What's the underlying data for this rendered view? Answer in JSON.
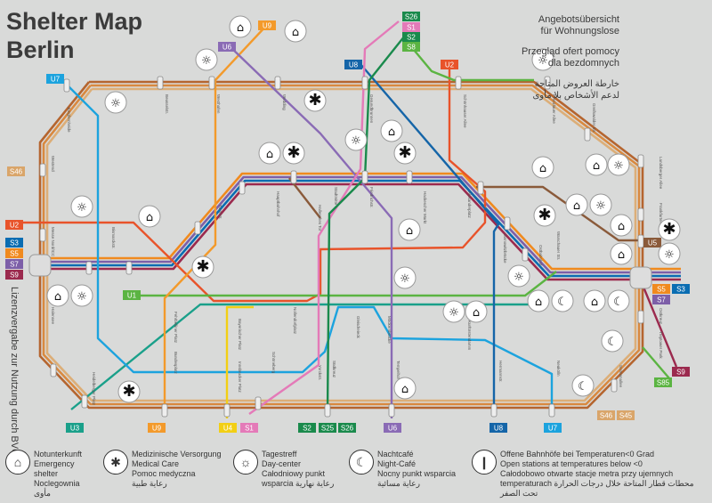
{
  "title": {
    "line1": "Shelter Map",
    "line2": "Berlin"
  },
  "subtitles": {
    "de": [
      "Angebotsübersicht",
      "für Wohnungslose"
    ],
    "pl": [
      "Przegląd ofert pomocy",
      "dla bezdomnych"
    ],
    "ar": [
      "خارطة العروض المتاحة",
      "لدعم الأشخاص بلا مأوى"
    ]
  },
  "side_note": "Lizenzvergabe zur Nutzung durch BVG",
  "line_badges": [
    "S26",
    "S1",
    "S2",
    "S8",
    "U9",
    "U6",
    "U8",
    "U2",
    "U7",
    "S46",
    "U2",
    "S3",
    "S5",
    "S7",
    "S9",
    "U1",
    "U5",
    "S5",
    "S3",
    "S7",
    "S9",
    "S85",
    "U3",
    "U9",
    "U4",
    "S1",
    "S2",
    "S25",
    "S26",
    "U6",
    "U8",
    "U7",
    "S46",
    "S45"
  ],
  "line_colors": {
    "U1": "#5bb442",
    "U2": "#e8532a",
    "U3": "#1aa08a",
    "U4": "#f2cf14",
    "U5": "#8a5a3a",
    "U6": "#8a6bb5",
    "U7": "#1ca3de",
    "U8": "#1565a8",
    "U9": "#f39a2b",
    "S1": "#e47ab8",
    "S2": "#1a8a4c",
    "S3": "#0a6db2",
    "S5": "#f08a1e",
    "S7": "#7d5fa8",
    "S8": "#5bb442",
    "S9": "#9b2a4e",
    "S85": "#5bb442",
    "S45": "#d9a56a",
    "S46": "#d9a56a",
    "S25": "#1a8a4c",
    "S26": "#1a8a4c"
  },
  "stations": [
    "Jungfernheide",
    "Beusselstr.",
    "Westhafen",
    "Wedding",
    "Gesundbrunnen",
    "Schönhauser Allee",
    "Prenzlauer Allee",
    "Greifswalder Str.",
    "Landsberger Allee",
    "Frankfurter Allee",
    "Ostkreuz",
    "Treptower Park",
    "Sonnenallee",
    "Neukölln",
    "Hermannstr.",
    "Tempelhof",
    "Südkreuz",
    "Schöneberg",
    "Innsbrucker Platz",
    "Bundesplatz",
    "Heidelberger Platz",
    "Halensee",
    "Westend",
    "Messe Nord/ICC",
    "Bismarckstr.",
    "Turmstr.",
    "Hauptbahnhof",
    "Friedrichstr.",
    "Hackescher Markt",
    "Alexanderplatz",
    "Jannowitzbrücke",
    "Ostbahnhof",
    "Warschauer Str.",
    "Nollendorfplatz",
    "Gleisdreieck",
    "Möckernbrücke",
    "Hallesches Tor",
    "Stadtmitte",
    "Fehrbelliner Platz",
    "Bayerischer Platz",
    "Yorckstr.",
    "Kurfürstendamm"
  ],
  "legend": [
    {
      "icon": "emergency-shelter",
      "lines": [
        "Notunterkunft",
        "Emergency shelter",
        "Noclegownia",
        "مأوى"
      ]
    },
    {
      "icon": "medical-care",
      "lines": [
        "Medizinische Versorgung",
        "Medical Care",
        "Pomoc medyczna",
        "رعاية طبية"
      ]
    },
    {
      "icon": "day-center",
      "lines": [
        "Tagestreff",
        "Day-center",
        "Całodniowy punkt",
        "wsparcia  رعاية نهارية"
      ]
    },
    {
      "icon": "night-cafe",
      "lines": [
        "Nachtcafé",
        "Night-Café",
        "Nocny punkt wsparcia",
        "رعاية مسائية"
      ]
    },
    {
      "icon": "open-station",
      "lines": [
        "Offene Bahnhöfe bei Temperaturen<0 Grad",
        "Open stations at temperatures below <0",
        "Całodobowo otwarte stacje metra przy ujemnych",
        "temperaturach  محطات قطار المتاحة خلال درجات الحرارة تحت الصفر"
      ]
    }
  ]
}
